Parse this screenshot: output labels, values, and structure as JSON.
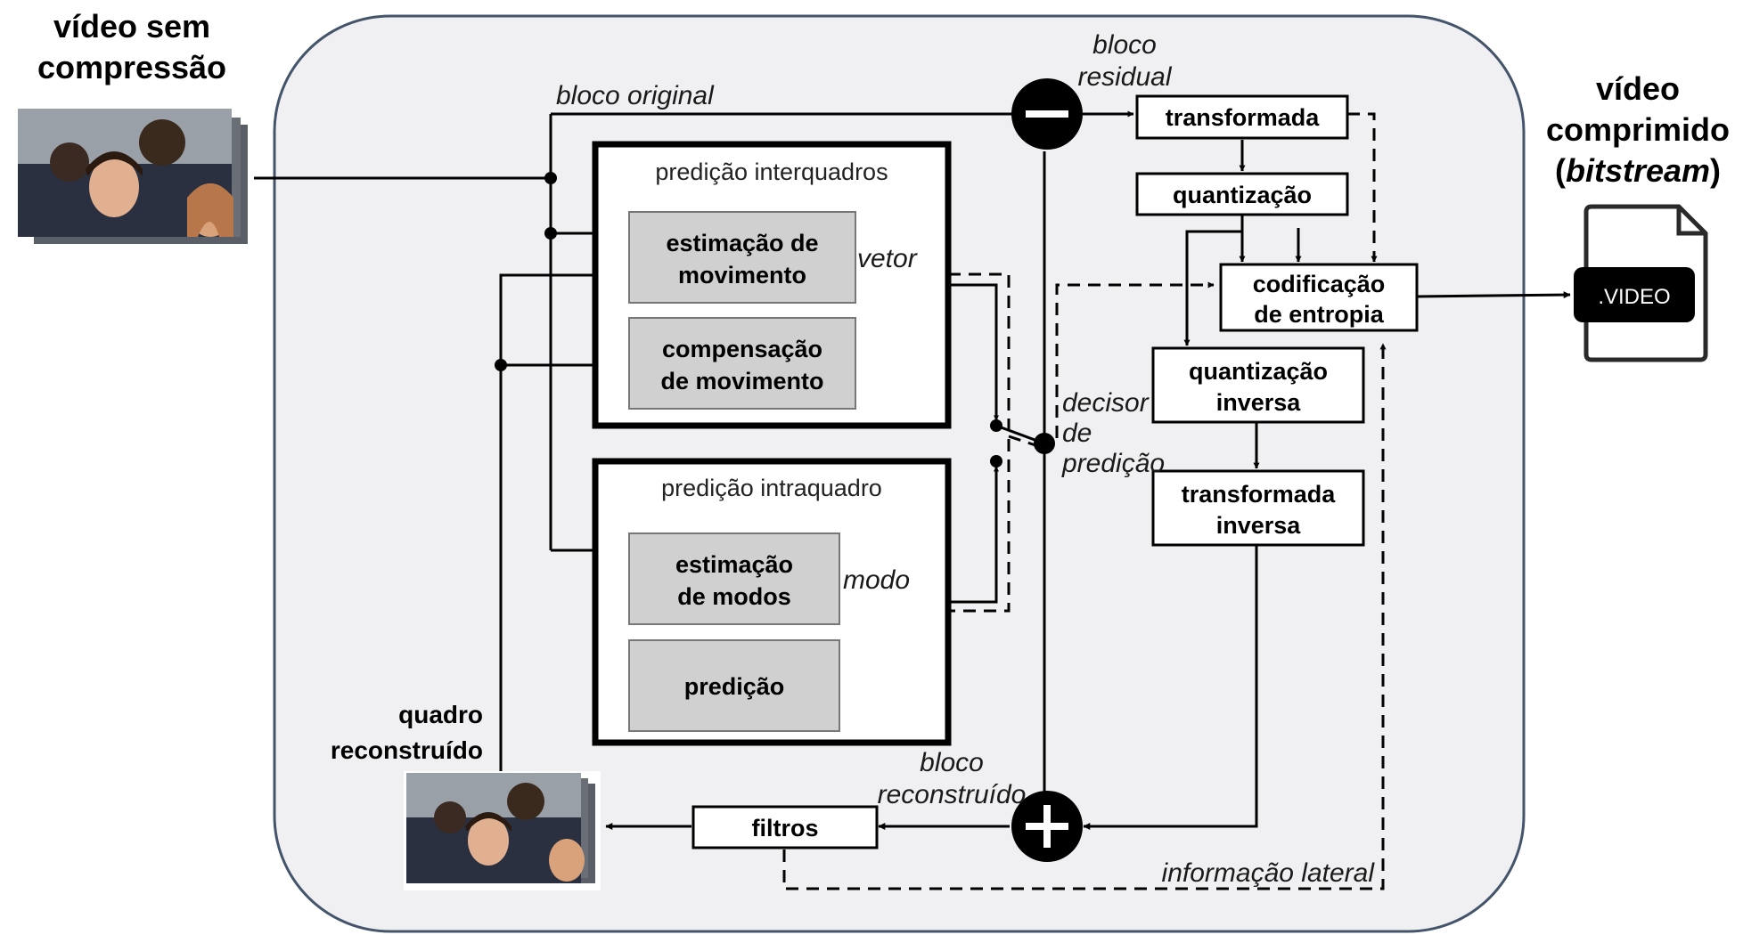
{
  "input": {
    "title_line1": "vídeo sem",
    "title_line2": "compressão"
  },
  "output": {
    "title_line1": "vídeo",
    "title_line2": "comprimido",
    "title_line3_open": "(",
    "title_line3_italic": "bitstream",
    "title_line3_close": ")",
    "file_label": ".VIDEO"
  },
  "labels": {
    "bloco_original": "bloco original",
    "bloco_residual_1": "bloco",
    "bloco_residual_2": "residual",
    "vetor": "vetor",
    "modo": "modo",
    "decisor_1": "decisor",
    "decisor_2": "de",
    "decisor_3": "predição",
    "bloco_reconstruido_1": "bloco",
    "bloco_reconstruido_2": "reconstruído",
    "informacao_lateral": "informação lateral",
    "quadro_reconstruido_1": "quadro",
    "quadro_reconstruido_2": "reconstruído"
  },
  "modules": {
    "inter": {
      "title": "predição interquadros",
      "estimacao_1": "estimação de",
      "estimacao_2": "movimento",
      "compensacao_1": "compensação",
      "compensacao_2": "de movimento"
    },
    "intra": {
      "title": "predição intraquadro",
      "estimacao_1": "estimação",
      "estimacao_2": "de modos",
      "predicao": "predição"
    }
  },
  "blocks": {
    "transformada": "transformada",
    "quantizacao": "quantização",
    "codificacao_1": "codificação",
    "codificacao_2": "de entropia",
    "quant_inversa_1": "quantização",
    "quant_inversa_2": "inversa",
    "transf_inversa_1": "transformada",
    "transf_inversa_2": "inversa",
    "filtros": "filtros"
  },
  "colors": {
    "panel_fill": "#f0f0f2",
    "panel_stroke": "#44546a",
    "gray_block": "#d0d0d0",
    "node_fill": "#000000"
  }
}
